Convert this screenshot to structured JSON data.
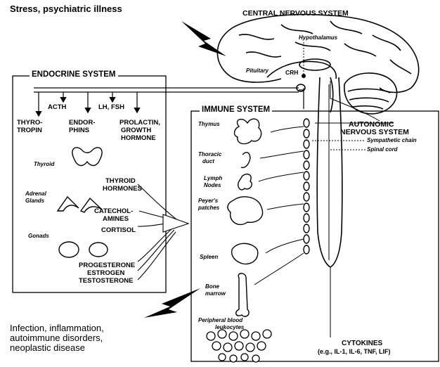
{
  "top_left_label": "Stress, psychiatric illness",
  "cns_label": "CENTRAL NERVOUS SYSTEM",
  "brain_labels": {
    "hypothalamus": "Hypothalamus",
    "pituitary": "Pituitary",
    "crh": "CRH"
  },
  "ans_label_line1": "AUTONOMIC",
  "ans_label_line2": "NERVOUS SYSTEM",
  "sympathetic_chain": "Sympathetic chain",
  "spinal_cord": "Spinal cord",
  "endocrine": {
    "box_label": "ENDOCRINE SYSTEM",
    "hormones": {
      "acth": "ACTH",
      "lh_fsh": "LH, FSH",
      "thyrotropin": [
        "THYRO-",
        "TROPIN"
      ],
      "endorphins": [
        "ENDOR-",
        "PHINS"
      ],
      "prolactin": [
        "PROLACTIN,",
        "GROWTH",
        "HORMONE"
      ]
    },
    "organs": {
      "thyroid": "Thyroid",
      "adrenal": [
        "Adrenal",
        "Glands"
      ],
      "gonads": "Gonads"
    },
    "products": {
      "thyroid_hormones": [
        "THYROID",
        "HORMONES"
      ],
      "catecholamines": [
        "CATECHOL-",
        "AMINES"
      ],
      "cortisol": "CORTISOL",
      "progesterone": "PROGESTERONE",
      "estrogen": "ESTROGEN",
      "testosterone": "TESTOSTERONE"
    }
  },
  "immune": {
    "box_label": "IMMUNE SYSTEM",
    "organs": {
      "thymus": "Thymus",
      "thoracic_duct": [
        "Thoracic",
        "duct"
      ],
      "lymph_nodes": [
        "Lymph",
        "Nodes"
      ],
      "peyers_patches": [
        "Peyer's",
        "patches"
      ],
      "spleen": "Spleen",
      "bone_marrow": [
        "Bone",
        "marrow"
      ],
      "peripheral_blood": [
        "Peripheral blood",
        "leukocytes"
      ]
    },
    "cytokines_title": "CYTOKINES",
    "cytokines_examples": "(e.g., IL-1, IL-6, TNF, LIF)"
  },
  "bottom_left_label": [
    "Infection, inflammation,",
    "autoimmune disorders,",
    "neoplastic disease"
  ]
}
